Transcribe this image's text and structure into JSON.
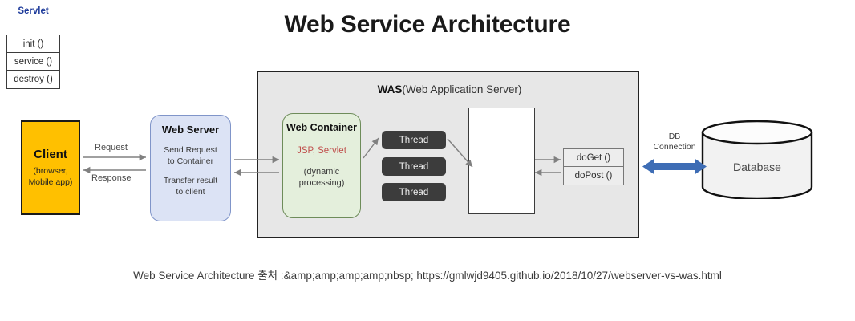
{
  "page": {
    "title": "Web Service Architecture",
    "caption": "Web Service Architecture 출처 :&amp;amp;amp;amp;nbsp; https://gmlwjd9405.github.io/2018/10/27/webserver-vs-was.html"
  },
  "colors": {
    "client_fill": "#FFC000",
    "client_border": "#1a1a1a",
    "web_server_fill": "#DCE3F5",
    "web_server_border": "#8095C9",
    "was_fill": "#E7E7E7",
    "was_border": "#222222",
    "web_container_fill": "#E4EFDC",
    "web_container_border": "#6E8C5A",
    "thread_fill": "#3C3C3C",
    "servlet_title": "#1F3C9B",
    "jsp_servlet_text": "#C0504D",
    "db_arrow": "#3E6DB5",
    "connector": "#808080"
  },
  "client": {
    "title": "Client",
    "subtitle": "(browser,\nMobile app)",
    "subtitle_line1": "(browser,",
    "subtitle_line2": "Mobile app)"
  },
  "connectors": {
    "request": "Request",
    "response": "Response",
    "db_connection_line1": "DB",
    "db_connection_line2": "Connection"
  },
  "web_server": {
    "title": "Web Server",
    "line1": "Send Request",
    "line2": "to Container",
    "line3": "Transfer result",
    "line4": "to client"
  },
  "was": {
    "title_bold": "WAS",
    "title_rest": "(Web Application Server)"
  },
  "web_container": {
    "title": "Web Container",
    "jsp_servlet": "JSP, Servlet",
    "dynamic_line1": "(dynamic",
    "dynamic_line2": "processing)"
  },
  "threads": [
    {
      "label": "Thread"
    },
    {
      "label": "Thread"
    },
    {
      "label": "Thread"
    }
  ],
  "servlet": {
    "title": "Servlet",
    "methods": [
      {
        "label": "init ()"
      },
      {
        "label": "service ()"
      },
      {
        "label": "destroy ()"
      }
    ]
  },
  "http_methods": [
    {
      "label": "doGet ()"
    },
    {
      "label": "doPost ()"
    }
  ],
  "database": {
    "label": "Database"
  }
}
